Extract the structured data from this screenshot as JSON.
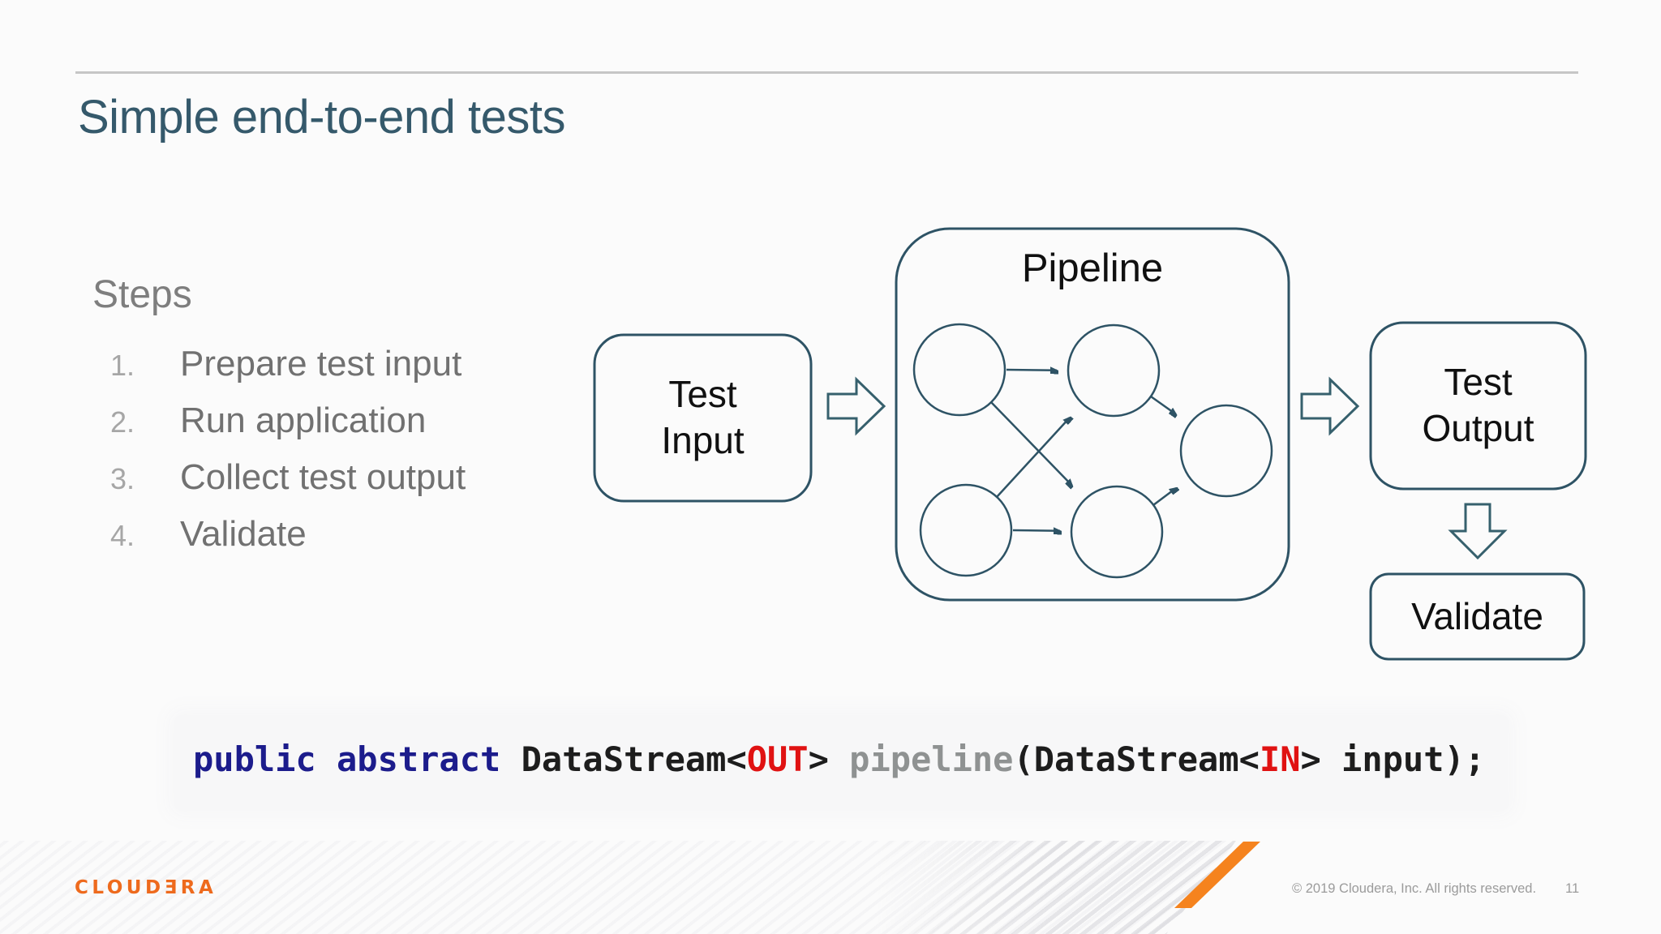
{
  "slide": {
    "title": "Simple end-to-end tests",
    "steps": {
      "heading": "Steps",
      "items": [
        {
          "num": "1.",
          "label": "Prepare test input"
        },
        {
          "num": "2.",
          "label": "Run application"
        },
        {
          "num": "3.",
          "label": "Collect test output"
        },
        {
          "num": "4.",
          "label": "Validate"
        }
      ]
    },
    "diagram": {
      "test_input_box": {
        "line1": "Test",
        "line2": "Input"
      },
      "pipeline_box": {
        "label": "Pipeline"
      },
      "test_output_box": {
        "line1": "Test",
        "line2": "Output"
      },
      "validate_box": {
        "label": "Validate"
      }
    },
    "code": {
      "segments": [
        {
          "text": "public abstract ",
          "color": "#1c1c8c"
        },
        {
          "text": "DataStream<",
          "color": "#1d1d1d"
        },
        {
          "text": "OUT",
          "color": "#e01212"
        },
        {
          "text": "> ",
          "color": "#1d1d1d"
        },
        {
          "text": "pipeline",
          "color": "#8f9292"
        },
        {
          "text": "(DataStream<",
          "color": "#1d1d1d"
        },
        {
          "text": "IN",
          "color": "#e01212"
        },
        {
          "text": "> input);",
          "color": "#1d1d1d"
        }
      ]
    },
    "footer": {
      "logo": "CLOUDƎRA",
      "copyright": "© 2019 Cloudera, Inc. All rights reserved.",
      "page_number": "11"
    },
    "colors": {
      "title": "#35596b",
      "diagram_stroke": "#2e5365",
      "logo_orange": "#ee6a1d",
      "slash_orange": "#f5831e",
      "footer_text": "#9b9b9b",
      "steps_heading": "#7e7e7e",
      "steps_text": "#717171",
      "steps_number": "#a6a6a6",
      "top_rule": "#c6c6c6"
    }
  }
}
